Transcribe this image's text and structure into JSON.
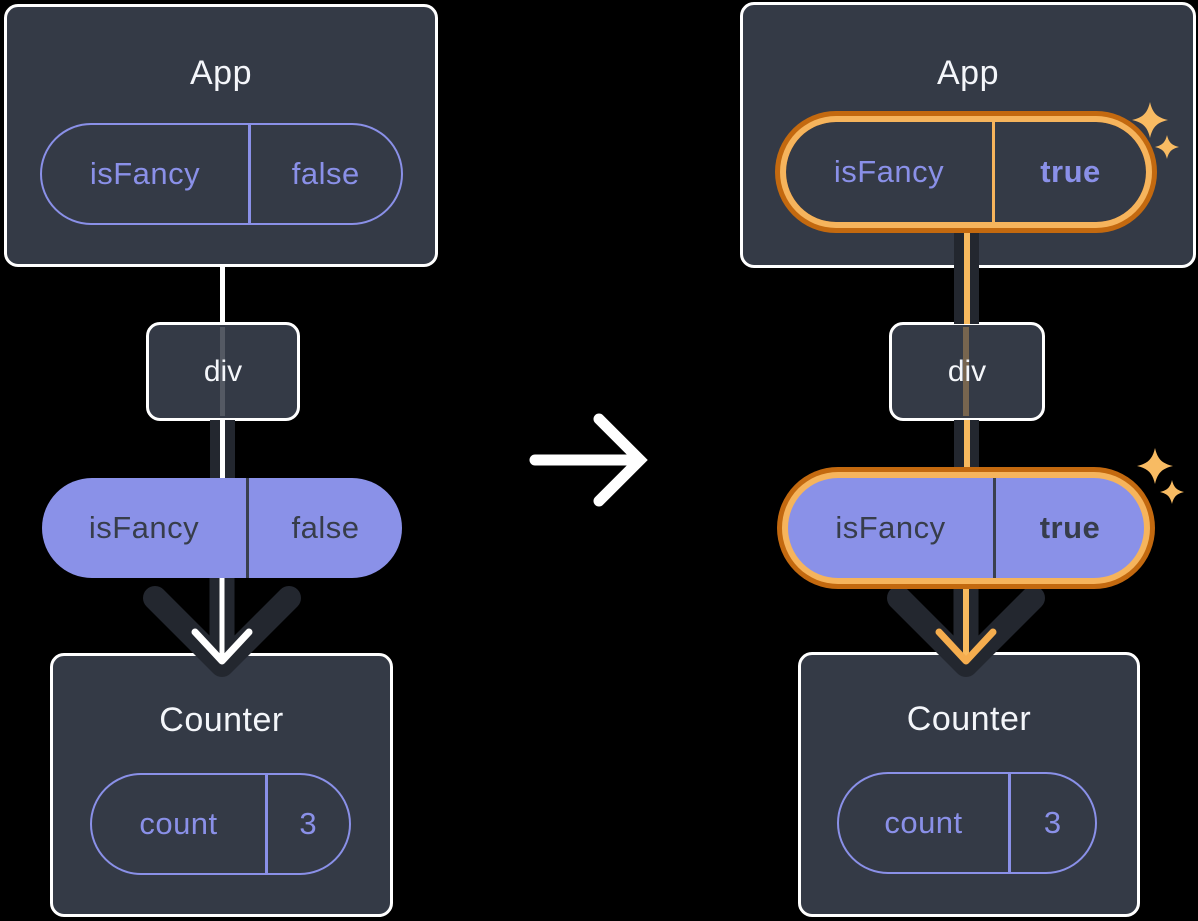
{
  "canvas": {
    "background": "#000000"
  },
  "colors": {
    "box_background": "#343a46",
    "box_border": "#ffffff",
    "purple": "#8a90e8",
    "purple_fill": "#8a91e8",
    "dark_text_on_purple": "#373d4a",
    "line_white": "#ffffff",
    "line_casing": "#23272f",
    "line_orange": "#f8ba5e",
    "arrow_orange": "#f5ad4e",
    "highlight_ring_inner": "#f6b45c",
    "highlight_ring_outer": "#c3690f",
    "sparkle": "#f8bb63"
  },
  "transition": {
    "icon": "right-arrow"
  },
  "trees": [
    {
      "id": "before",
      "app": {
        "title": "App",
        "prop_name": "isFancy",
        "prop_value": "false"
      },
      "middle": {
        "label": "div"
      },
      "passed_prop": {
        "name": "isFancy",
        "value": "false"
      },
      "counter": {
        "title": "Counter",
        "prop_name": "count",
        "prop_value": "3"
      }
    },
    {
      "id": "after",
      "app": {
        "title": "App",
        "prop_name": "isFancy",
        "prop_value": "true"
      },
      "middle": {
        "label": "div"
      },
      "passed_prop": {
        "name": "isFancy",
        "value": "true"
      },
      "counter": {
        "title": "Counter",
        "prop_name": "count",
        "prop_value": "3"
      }
    }
  ]
}
